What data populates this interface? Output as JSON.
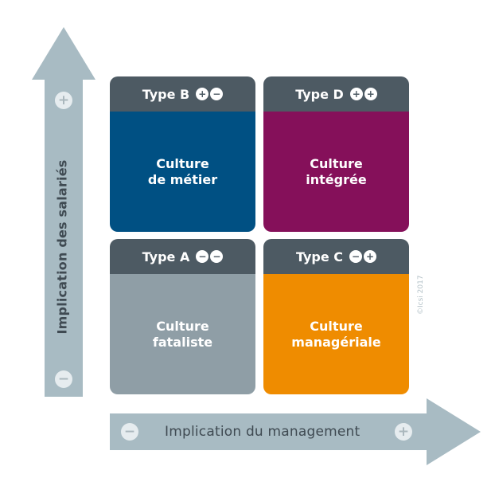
{
  "y_axis": {
    "label": "Implication des salariés",
    "top_sign": "+",
    "bottom_sign": "−"
  },
  "x_axis": {
    "label": "Implication du management",
    "left_sign": "−",
    "right_sign": "+"
  },
  "quadrants": {
    "b": {
      "type": "Type B",
      "signs": [
        "+",
        "−"
      ],
      "title_line1": "Culture",
      "title_line2": "de métier",
      "color": "#005083"
    },
    "d": {
      "type": "Type D",
      "signs": [
        "+",
        "+"
      ],
      "title_line1": "Culture",
      "title_line2": "intégrée",
      "color": "#85105a"
    },
    "a": {
      "type": "Type A",
      "signs": [
        "−",
        "−"
      ],
      "title_line1": "Culture",
      "title_line2": "fataliste",
      "color": "#8f9ea6"
    },
    "c": {
      "type": "Type C",
      "signs": [
        "−",
        "+"
      ],
      "title_line1": "Culture",
      "title_line2": "managériale",
      "color": "#ef8c00"
    }
  },
  "colors": {
    "arrow": "#a8bbc3",
    "header": "#4d5a63"
  },
  "copyright": "©Icsi 2017"
}
